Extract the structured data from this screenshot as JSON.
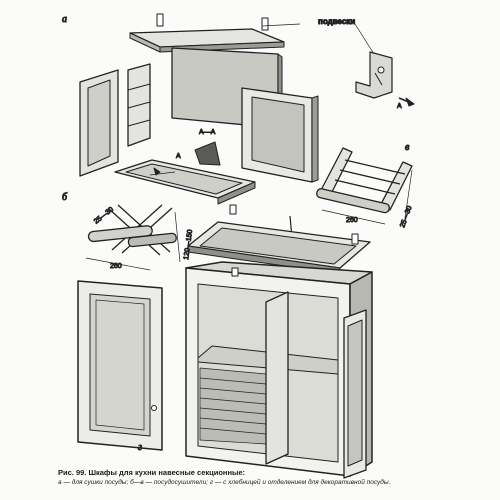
{
  "labels": {
    "a": "а",
    "b": "б",
    "v": "в",
    "g": "г",
    "podveski": "подвески",
    "section": "А—А",
    "arrow_a": "А"
  },
  "dimensions": {
    "rack_v_width": "260",
    "rack_v_depth": "25—30",
    "rack_b_width": "260",
    "rack_b_depth": "25—30",
    "rack_b_height": "120—150"
  },
  "caption": {
    "title": "Рис. 99. Шкафы для кухни навесные секционные:",
    "subtitle": "а — для сушки посуды; б—в — посудосушители; г — с хлебницей и отделением для декоративной посуды."
  }
}
